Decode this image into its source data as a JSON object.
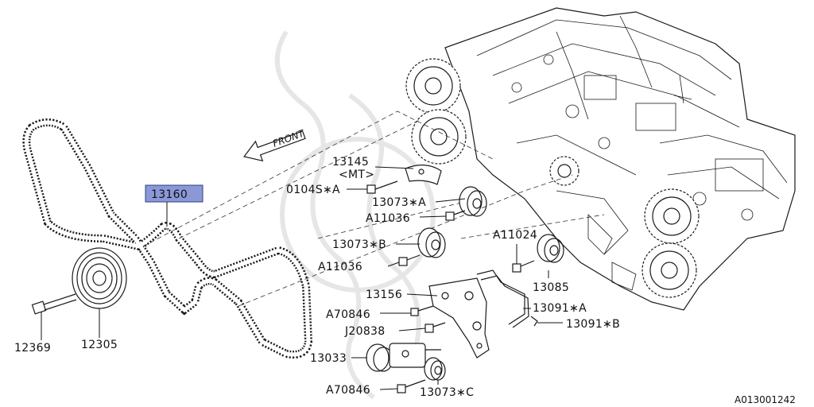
{
  "diagram": {
    "front_label": "FRONT",
    "image_code": "A013001242",
    "highlight_color": "#8a98d8",
    "watermark_color": "#e6e6e6",
    "parts": {
      "p13145": "13145",
      "p13145_mt": "<MT>",
      "p0104s_a": "0104S∗A",
      "p13073_a": "13073∗A",
      "p13160": "13160",
      "pa11036_1": "A11036",
      "p13073_b": "13073∗B",
      "pa11024": "A11024",
      "pa11036_2": "A11036",
      "p13085": "13085",
      "p13156": "13156",
      "p13091_a": "13091∗A",
      "pa70846_1": "A70846",
      "p13091_b": "13091∗B",
      "pj20838": "J20838",
      "p13033": "13033",
      "p12369": "12369",
      "p12305": "12305",
      "pa70846_2": "A70846",
      "p13073_c": "13073∗C"
    }
  }
}
